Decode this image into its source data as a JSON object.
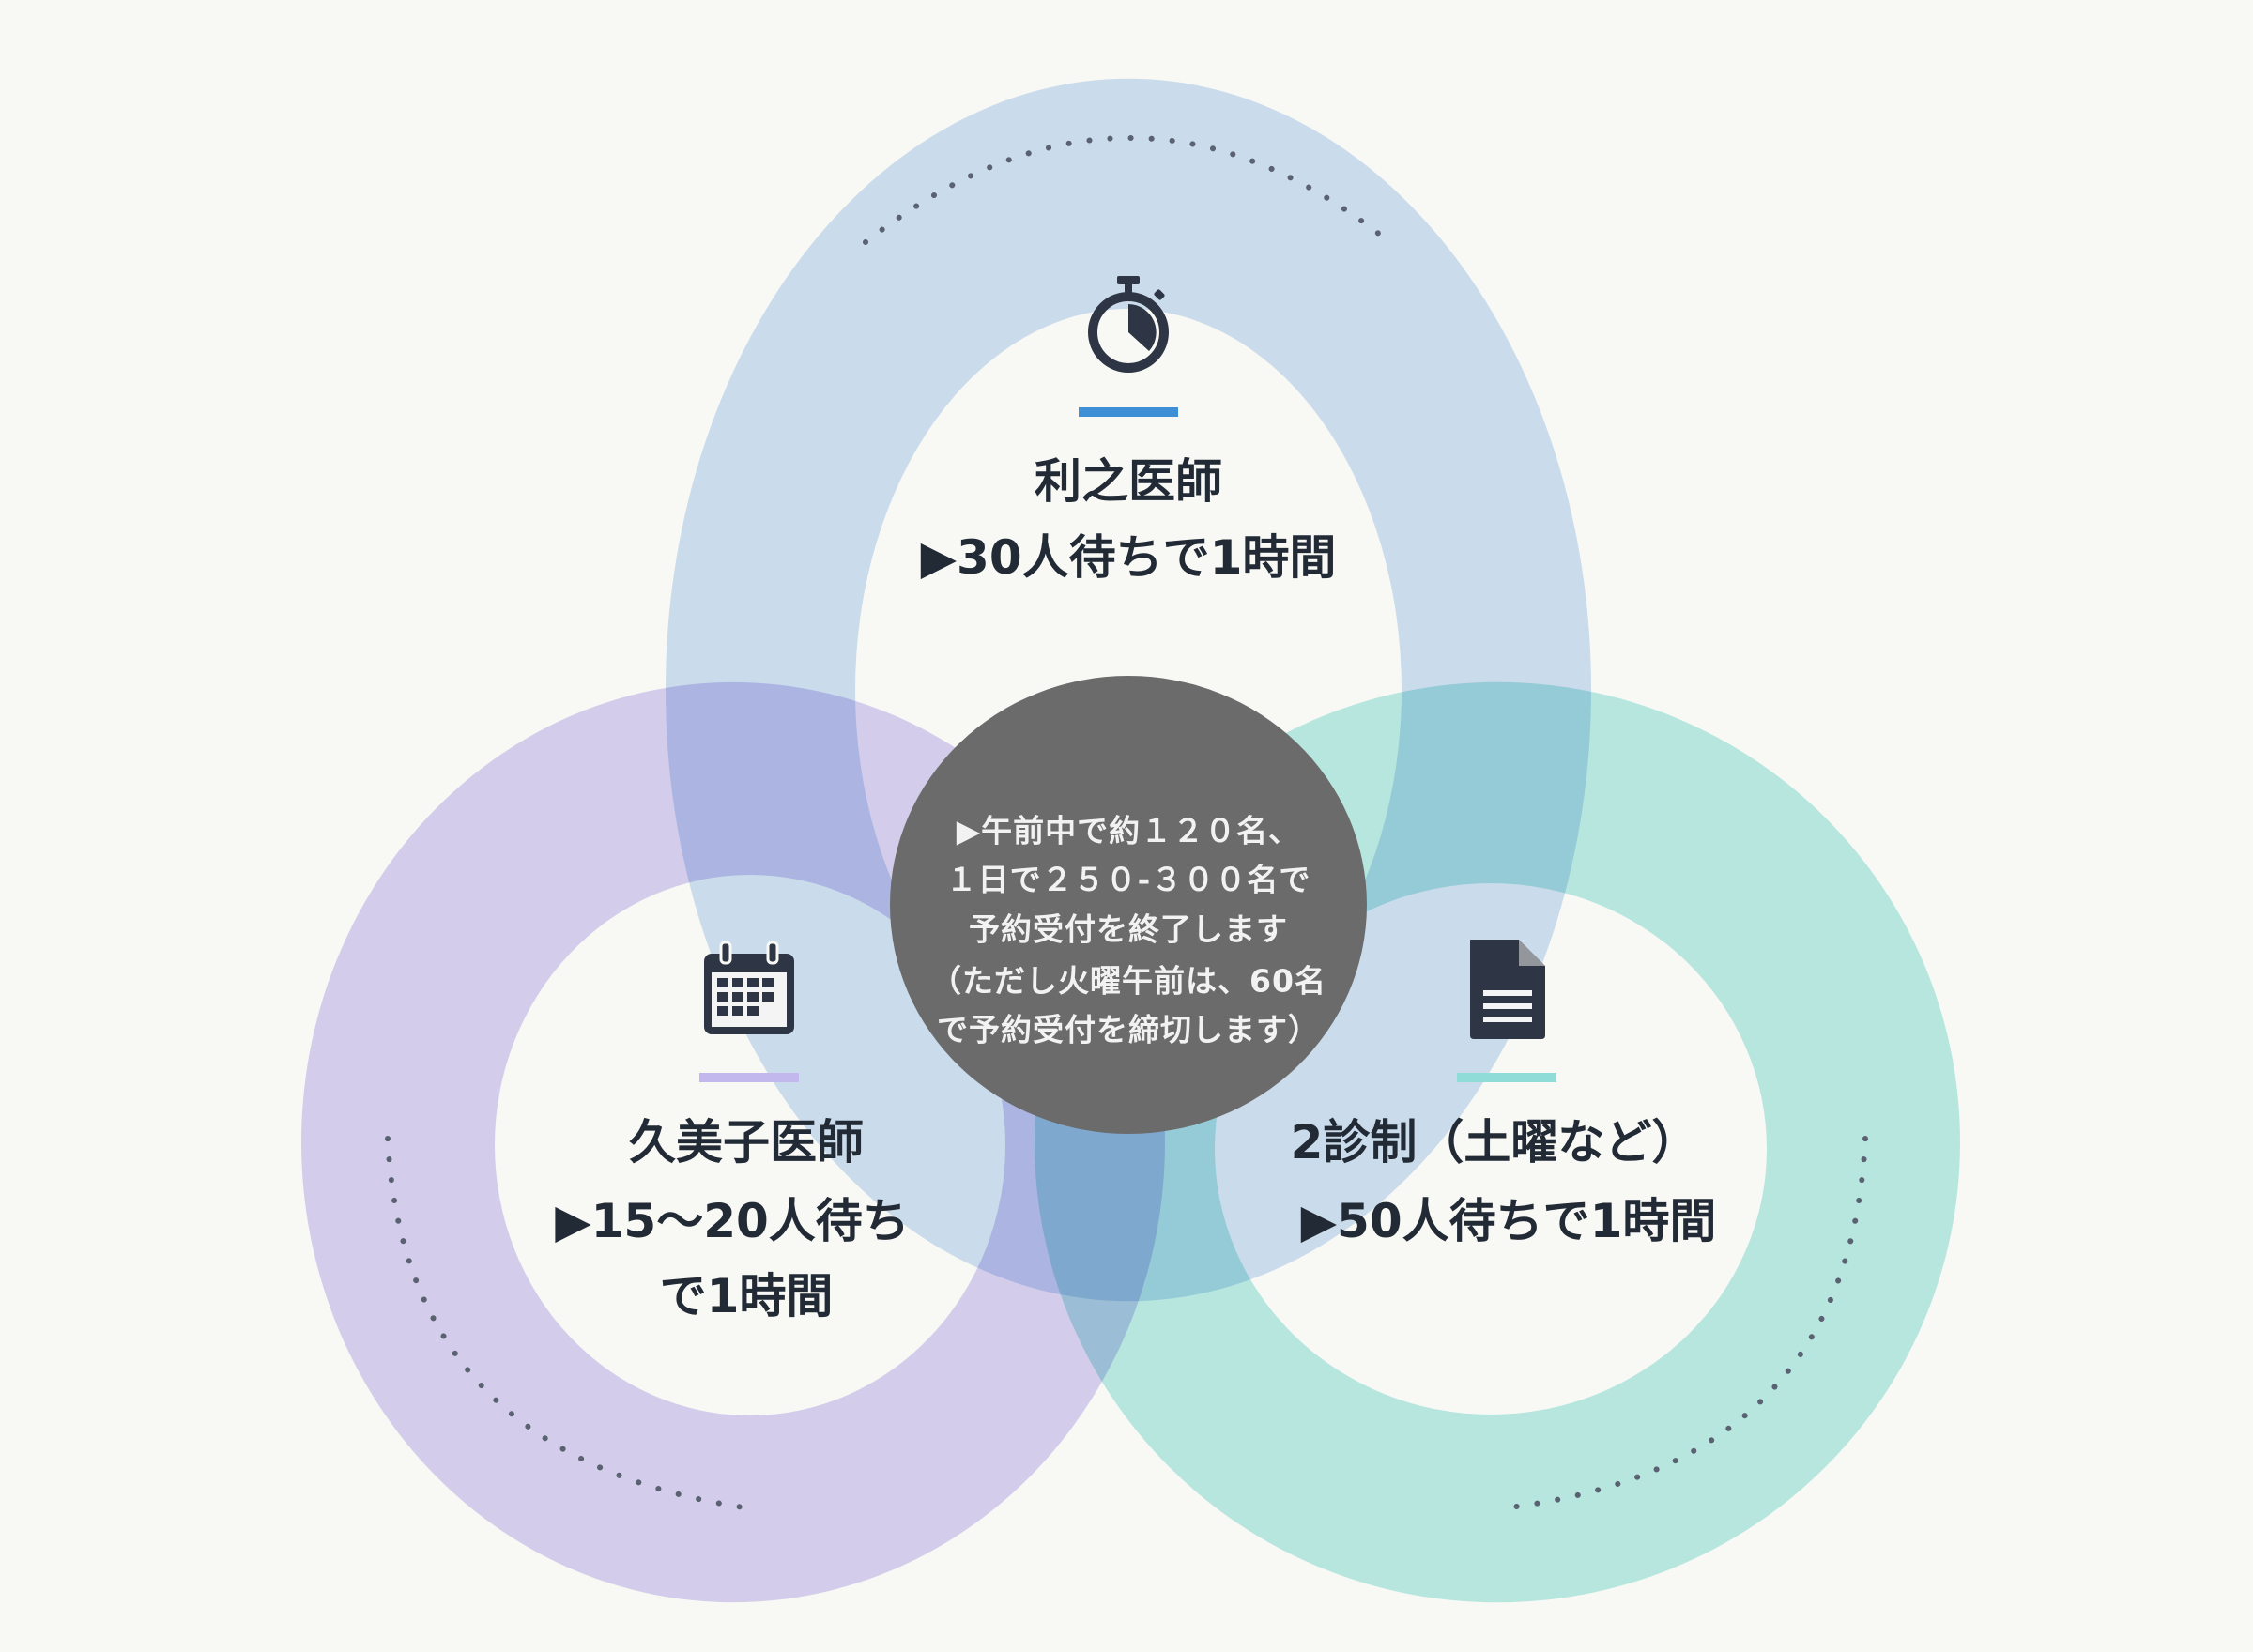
{
  "colors": {
    "top_ring": "#bcd6f2",
    "left_ring": "#c9c1f2",
    "right_ring": "#9fe6df",
    "center": "#6b6b6b",
    "top_bar": "#3f8fd6",
    "left_bar": "#c3b8ee",
    "right_bar": "#8fdcd8",
    "icon": "#2e3645"
  },
  "top": {
    "icon": "stopwatch-icon",
    "title": "利之医師",
    "detail": "▶30人待ちで1時間"
  },
  "left": {
    "icon": "calendar-icon",
    "title": "久美子医師",
    "detail_line1": "▶15〜20人待ち",
    "detail_line2": "で1時間"
  },
  "right": {
    "icon": "document-icon",
    "title": "2診制（土曜など）",
    "detail": "▶50人待ちで1時間"
  },
  "center": {
    "lines": [
      "▶午前中で約１２０名、",
      "１日で２５０-３００名で",
      "予約受付を終了します",
      "（ただし火曜午前は、60名",
      "で予約受付を締切します）"
    ]
  }
}
